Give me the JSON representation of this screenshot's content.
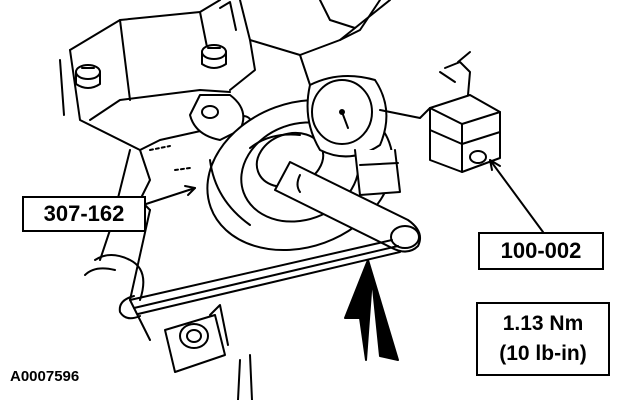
{
  "callouts": {
    "adapter_tool": "307-162",
    "indicator_tool": "100-002",
    "torque_line1": "1.13 Nm",
    "torque_line2": "(10 lb-in)"
  },
  "figure_id": "A0007596"
}
